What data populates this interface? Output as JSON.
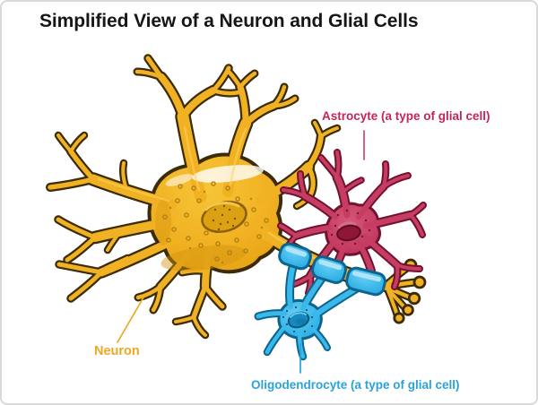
{
  "title": "Simplified View of a Neuron and Glial Cells",
  "diagram": {
    "labels": {
      "neuron": {
        "text": "Neuron",
        "color": "#ECA822"
      },
      "astrocyte": {
        "text": "Astrocyte (a type of glial cell)",
        "color": "#C42557"
      },
      "oligodendrocyte": {
        "text": "Oligodendrocyte (a type of glial cell)",
        "color": "#29A3DC"
      }
    },
    "cells": [
      {
        "name": "neuron",
        "fill": "#F0B122",
        "outline": "#3B2B07"
      },
      {
        "name": "astrocyte",
        "fill": "#C63D63",
        "outline": "#73112F"
      },
      {
        "name": "oligodendrocyte",
        "fill": "#3BB8EA",
        "outline": "#0C648F"
      }
    ],
    "structures": [
      "soma",
      "nucleus",
      "dendrites",
      "axon",
      "myelin-sheath",
      "axon-terminals"
    ]
  }
}
